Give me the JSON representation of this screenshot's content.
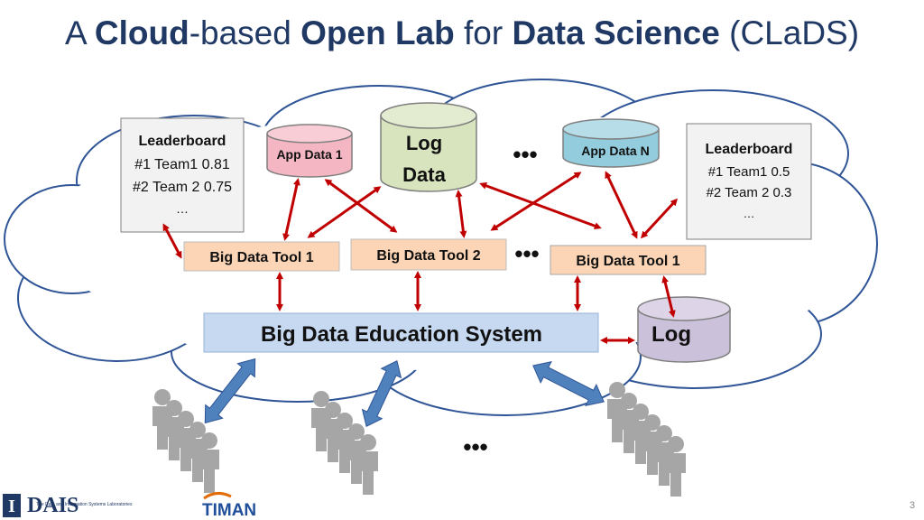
{
  "title": {
    "p1": "A ",
    "p2": "Cloud",
    "p3": "-based ",
    "p4": "Open Lab",
    "p5": " for ",
    "p6": "Data Science",
    "p7": " (CLaDS)"
  },
  "leaderboard_left": {
    "title": "Leaderboard",
    "rows": [
      "#1 Team1   0.81",
      "#2 Team 2  0.75",
      "…"
    ]
  },
  "leaderboard_right": {
    "title": "Leaderboard",
    "rows": [
      "#1 Team1   0.5",
      "#2 Team 2  0.3",
      "…"
    ]
  },
  "app_data_1": "App Data 1",
  "app_data_n": "App Data N",
  "log_data": [
    "Log",
    "Data"
  ],
  "log": "Log",
  "ellipsis": "•••",
  "tools": {
    "t1": "Big Data Tool 1",
    "t2": "Big Data Tool 2",
    "t3": "Big Data Tool 1"
  },
  "system": "Big Data Education System",
  "logos": {
    "dais_main": "DAIS",
    "dais_sub": "The Data and Information Systems Laboratories",
    "timan": "TIMAN"
  },
  "page_number": "3",
  "colors": {
    "title": "#1f3864",
    "arrow_red": "#c00000",
    "arrow_blue": "#4f81bd",
    "cloud_stroke": "#2f5597",
    "tool_fill": "#fbd5b5",
    "system_fill": "#c6d9f1",
    "log_data_fill": "#d7e4bd",
    "app_data_1_fill": "#f4b6c2",
    "app_data_n_fill": "#93cddd",
    "log_fill": "#ccc1da",
    "people_fill": "#a6a6a6"
  }
}
